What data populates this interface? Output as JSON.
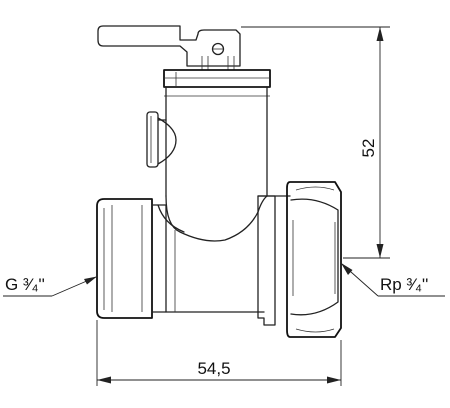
{
  "dimensions": {
    "height": "52",
    "width": "54,5"
  },
  "threads": {
    "left": "G ³⁄₄''",
    "right": "Rp ³⁄₄''"
  }
}
